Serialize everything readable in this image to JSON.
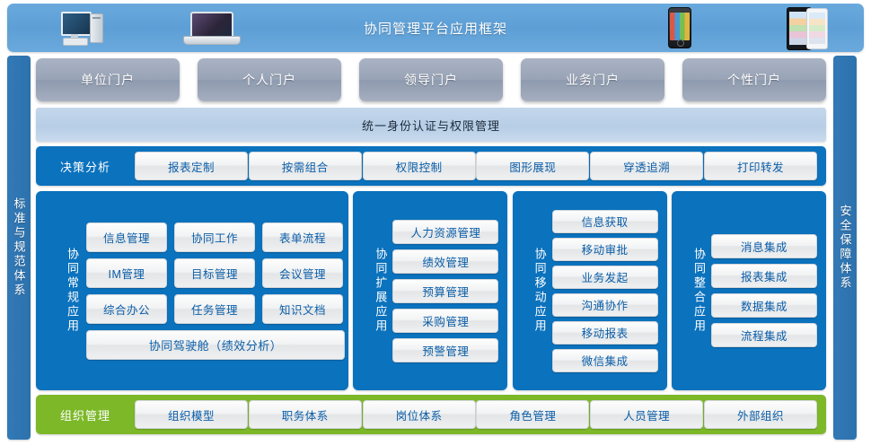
{
  "header": {
    "title": "协同管理平台应用框架",
    "icons": [
      "desktop-computer-icon",
      "laptop-icon",
      "smartphone-icon",
      "tablet-icon"
    ]
  },
  "rails": {
    "left": "标准与规范体系",
    "right": "安全保障体系"
  },
  "portals": [
    {
      "label": "单位门户"
    },
    {
      "label": "个人门户"
    },
    {
      "label": "领导门户"
    },
    {
      "label": "业务门户"
    },
    {
      "label": "个性门户"
    }
  ],
  "auth_bar": {
    "label": "统一身份认证与权限管理"
  },
  "decision": {
    "label": "决策分析",
    "items": [
      {
        "label": "报表定制"
      },
      {
        "label": "按需组合"
      },
      {
        "label": "权限控制"
      },
      {
        "label": "图形展现"
      },
      {
        "label": "穿透追溯"
      },
      {
        "label": "打印转发"
      }
    ]
  },
  "panels": {
    "normal": {
      "label": "协同常规应用",
      "rows": [
        [
          {
            "label": "信息管理"
          },
          {
            "label": "协同工作"
          },
          {
            "label": "表单流程"
          }
        ],
        [
          {
            "label": "IM管理"
          },
          {
            "label": "目标管理"
          },
          {
            "label": "会议管理"
          }
        ],
        [
          {
            "label": "综合办公"
          },
          {
            "label": "任务管理"
          },
          {
            "label": "知识文档"
          }
        ]
      ],
      "wide": {
        "label": "协同驾驶舱（绩效分析）"
      }
    },
    "extension": {
      "label": "协同扩展应用",
      "items": [
        {
          "label": "人力资源管理"
        },
        {
          "label": "绩效管理"
        },
        {
          "label": "预算管理"
        },
        {
          "label": "采购管理"
        },
        {
          "label": "预警管理"
        }
      ]
    },
    "mobile": {
      "label": "协同移动应用",
      "items": [
        {
          "label": "信息获取"
        },
        {
          "label": "移动审批"
        },
        {
          "label": "业务发起"
        },
        {
          "label": "沟通协作"
        },
        {
          "label": "移动报表"
        },
        {
          "label": "微信集成"
        }
      ]
    },
    "integration": {
      "label": "协同整合应用",
      "items": [
        {
          "label": "消息集成"
        },
        {
          "label": "报表集成"
        },
        {
          "label": "数据集成"
        },
        {
          "label": "流程集成"
        }
      ]
    }
  },
  "organization": {
    "label": "组织管理",
    "items": [
      {
        "label": "组织模型"
      },
      {
        "label": "职务体系"
      },
      {
        "label": "岗位体系"
      },
      {
        "label": "角色管理"
      },
      {
        "label": "人员管理"
      },
      {
        "label": "外部组织"
      }
    ]
  },
  "colors": {
    "header_blue": "#5d9fd6",
    "panel_blue": "#0b72bd",
    "rail_blue": "#3279b6",
    "portal_gray": "#98a3b6",
    "auth_light_blue": "#b7cee6",
    "org_green": "#7cb828",
    "chip_text": "#0b5ea8"
  }
}
